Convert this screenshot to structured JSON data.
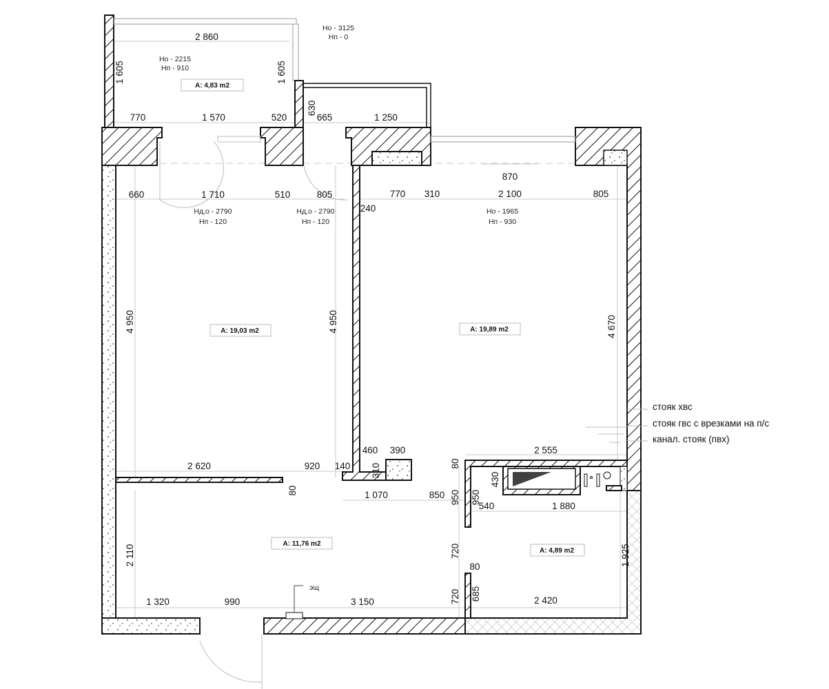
{
  "areas": {
    "balcony": "A: 4,83 m2",
    "room_left": "A: 19,03 m2",
    "room_right": "A: 19,89 m2",
    "hall": "A: 11,76 m2",
    "bathroom": "A: 4,89 m2"
  },
  "openings": {
    "balcony_window": [
      "Но - 2215",
      "Нп - 910"
    ],
    "balcony_side": [
      "Но - 3125",
      "Нп - 0"
    ],
    "door_left": [
      "Нд,о - 2790",
      "Нп - 120"
    ],
    "door_right": [
      "Нд,о - 2790",
      "Нп - 120"
    ],
    "window_right": [
      "Но - 1965",
      "Нп - 930"
    ]
  },
  "dimensions": {
    "balcony": [
      "2 860",
      "1 605",
      "1 605",
      "770",
      "1 570",
      "520",
      "630",
      "665",
      "1 250"
    ],
    "top_row": [
      "660",
      "1 710",
      "510",
      "805",
      "770",
      "310",
      "870",
      "2 100",
      "805",
      "240"
    ],
    "vertical": [
      "4 950",
      "4 950",
      "4 670",
      "2 110",
      "1 925"
    ],
    "middle": [
      "2 620",
      "920",
      "140",
      "460",
      "390",
      "310",
      "80",
      "1 070",
      "850",
      "80",
      "950",
      "950",
      "430",
      "2 555",
      "540",
      "1 880"
    ],
    "bottom": [
      "720",
      "80",
      "720",
      "685",
      "1 320",
      "990",
      "3 150",
      "2 420"
    ]
  },
  "panel_label": "эщ",
  "risers": [
    "стояк хвс",
    "стояк гвс с врезками на п/с",
    "канал. стояк (пвх)"
  ]
}
